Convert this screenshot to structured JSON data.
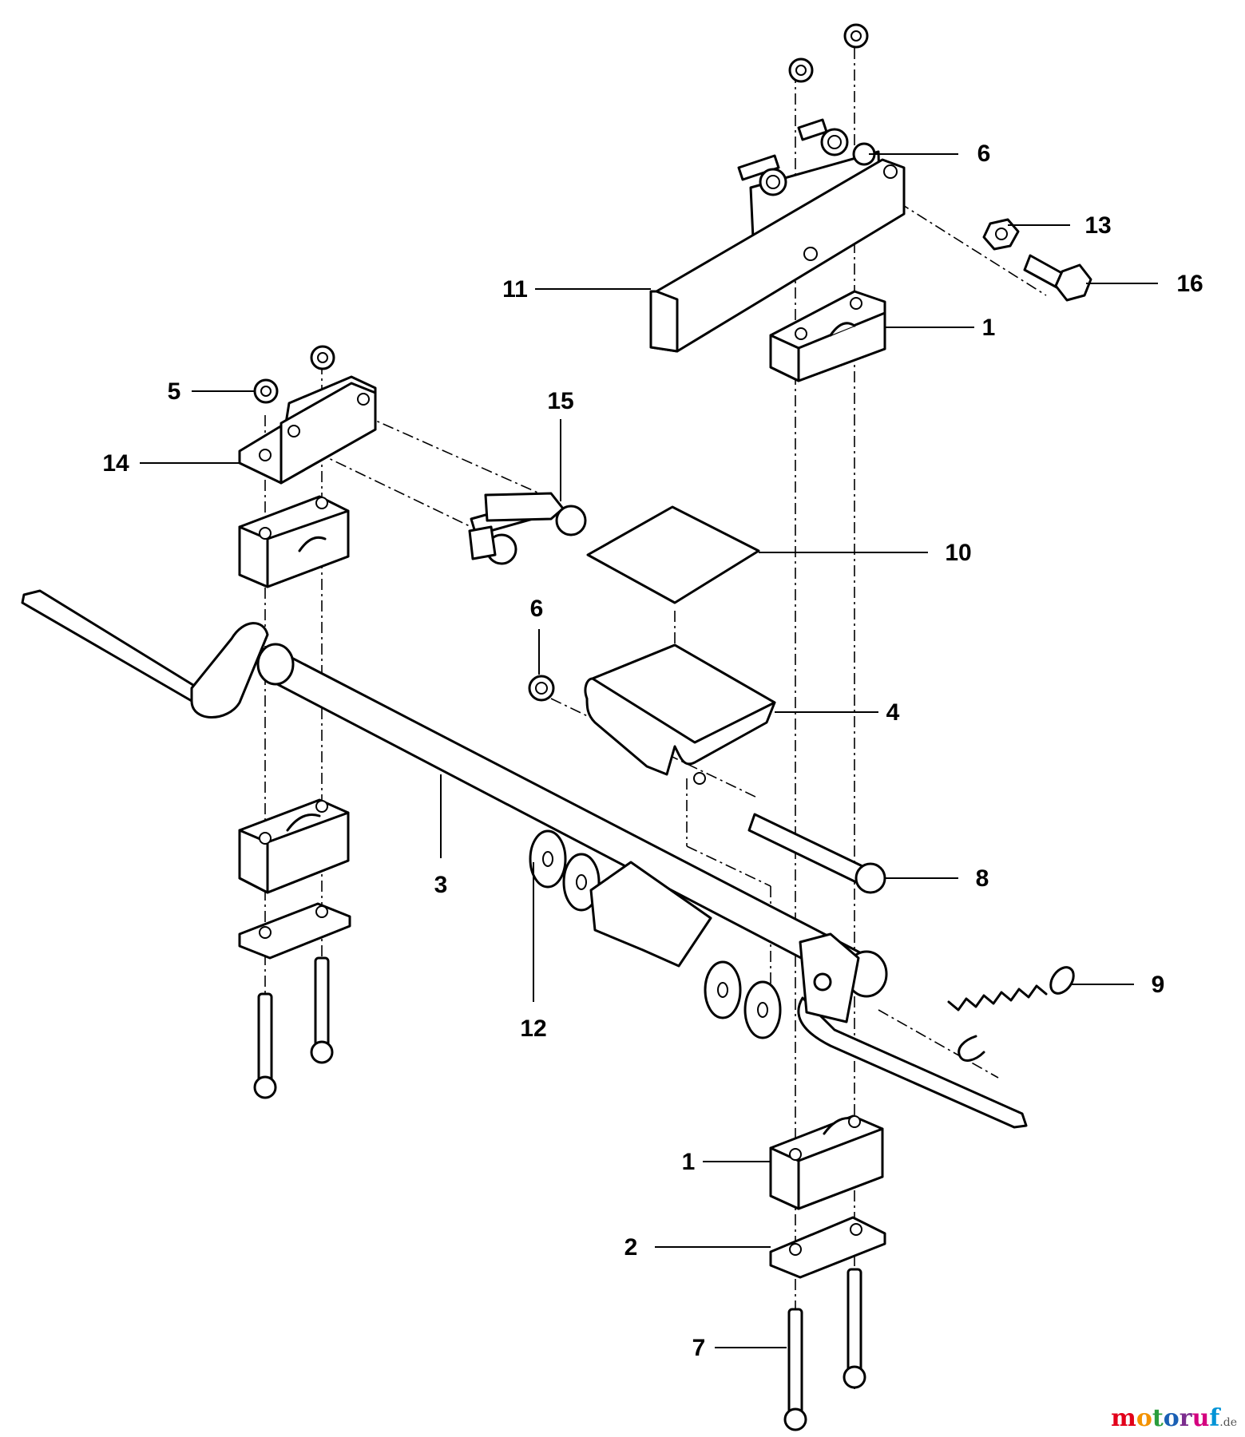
{
  "callouts": [
    "1",
    "1",
    "2",
    "3",
    "4",
    "5",
    "6",
    "6",
    "7",
    "8",
    "9",
    "10",
    "11",
    "12",
    "13",
    "14",
    "15",
    "16"
  ],
  "watermark": {
    "letters": [
      "m",
      "o",
      "t",
      "o",
      "r",
      "u",
      "f"
    ],
    "suffix": ".de",
    "colors": [
      "#e2001a",
      "#f39200",
      "#2a9d3c",
      "#1a5fb4",
      "#7b2d8e",
      "#d4007f",
      "#0093d6"
    ]
  },
  "colors": {
    "line": "#000000",
    "background": "#ffffff"
  }
}
